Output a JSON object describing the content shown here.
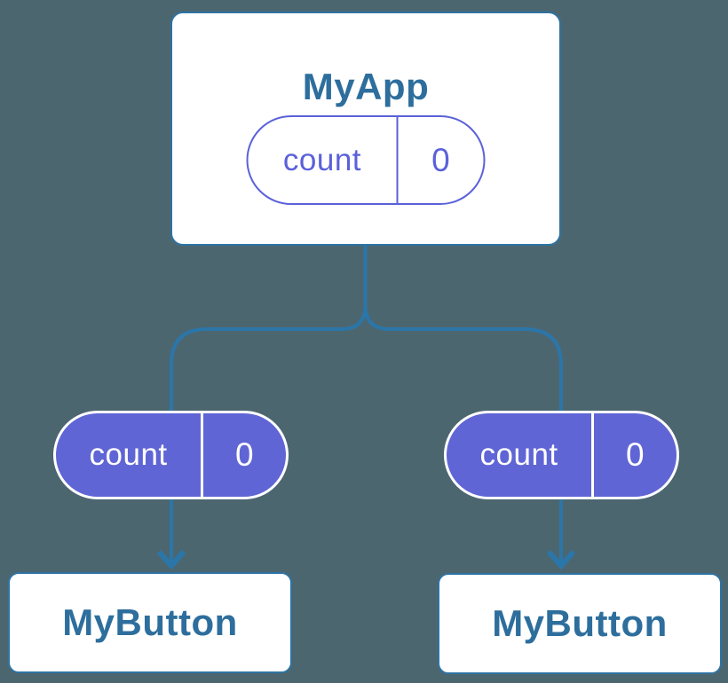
{
  "colors": {
    "background": "#4C6670",
    "connector_blue": "#2B76A9",
    "card_border_blue": "#2E73A3",
    "heading_blue": "#2D6E9D",
    "state_purple_outline": "#5B61D9",
    "prop_purple_fill": "#6065D5",
    "card_background": "#FFFFFF"
  },
  "diagram": {
    "root_card": {
      "title": "MyApp",
      "state_pill": {
        "label": "count",
        "value": "0"
      }
    },
    "child_pills": [
      {
        "label": "count",
        "value": "0"
      },
      {
        "label": "count",
        "value": "0"
      }
    ],
    "child_cards": [
      {
        "title": "MyButton"
      },
      {
        "title": "MyButton"
      }
    ]
  }
}
